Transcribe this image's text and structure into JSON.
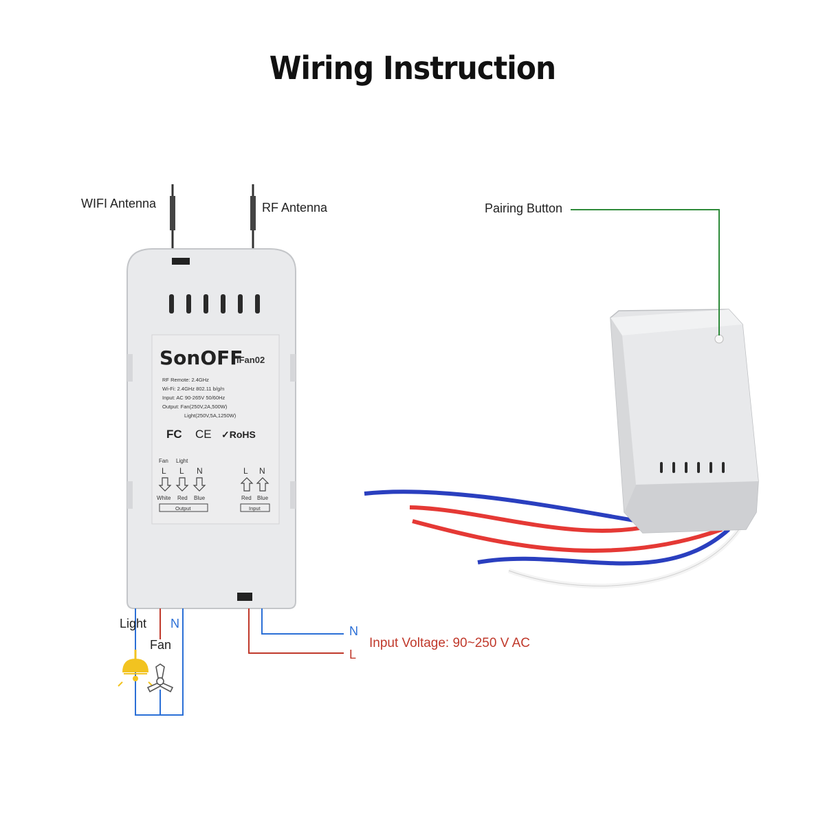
{
  "title": "Wiring Instruction",
  "labels": {
    "wifi_antenna": "WIFI Antenna",
    "rf_antenna": "RF Antenna",
    "pairing_button": "Pairing Button",
    "light": "Light",
    "fan": "Fan",
    "neutral_left": "N",
    "n": "N",
    "l": "L",
    "input_voltage": "Input Voltage: 90~250 V AC"
  },
  "device": {
    "brand": "SonOFF",
    "model": "iFan02",
    "specs": [
      "RF Remote: 2.4GHz",
      "Wi-Fi: 2.4GHz  802.11 b/g/n",
      "Input: AC 90-265V  50/60Hz",
      "Output: Fan(250V,2A,500W)",
      "Light(250V,5A,1250W)"
    ],
    "certs": [
      "FC",
      "CE",
      "✓RoHS"
    ],
    "output_terminals": {
      "headers": [
        "Fan",
        "Light"
      ],
      "letters": [
        "L",
        "L",
        "N"
      ],
      "colors": [
        "White",
        "Red",
        "Blue"
      ],
      "label": "Output"
    },
    "input_terminals": {
      "letters": [
        "L",
        "N"
      ],
      "colors": [
        "Red",
        "Blue"
      ],
      "label": "Input"
    }
  },
  "colors": {
    "blue_wire": "#2b6fd6",
    "red_wire": "#c0392b",
    "pairing_line": "#2e8b3a",
    "light_bulb": "#f2c320"
  }
}
